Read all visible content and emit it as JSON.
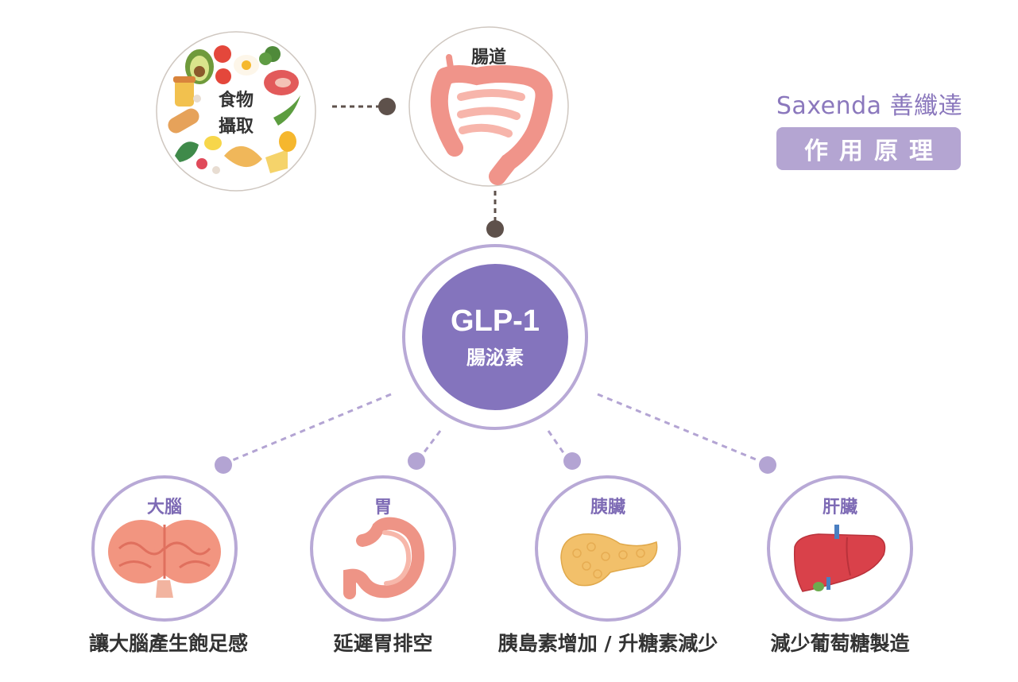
{
  "brand": {
    "name": "Saxenda 善纖達",
    "badge": "作用原理"
  },
  "food": {
    "label_line1": "食物",
    "label_line2": "攝取"
  },
  "gut": {
    "label": "腸道"
  },
  "hormone": {
    "name": "GLP-1",
    "subtitle": "腸泌素"
  },
  "organs": [
    {
      "name": "大腦",
      "effect": "讓大腦產生飽足感",
      "icon": "brain-icon"
    },
    {
      "name": "胃",
      "effect": "延遲胃排空",
      "icon": "stomach-icon"
    },
    {
      "name": "胰臟",
      "effect": "胰島素增加 / 升糖素減少",
      "icon": "pancreas-icon"
    },
    {
      "name": "肝臟",
      "effect": "減少葡萄糖製造",
      "icon": "liver-icon"
    }
  ],
  "colors": {
    "accent": "#8474bd",
    "ring": "#b8a9d6",
    "connector": "#5e514b",
    "caption": "#333333"
  }
}
